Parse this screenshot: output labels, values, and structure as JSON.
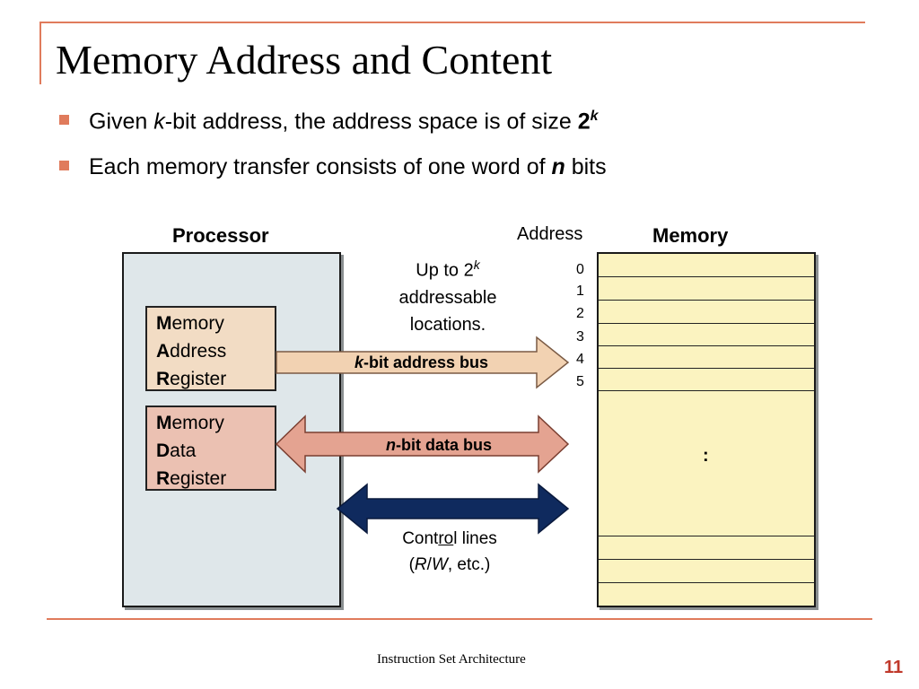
{
  "slide": {
    "title": "Memory Address and Content",
    "bullets": [
      {
        "pre": "Given ",
        "k": "k",
        "mid": "-bit address, the address space is of size ",
        "base": "2",
        "exp": "k"
      },
      {
        "pre": "Each memory transfer consists of one word of ",
        "n": "n",
        "post": " bits"
      }
    ],
    "footer": "Instruction Set Architecture",
    "page_number": "11",
    "accent_color": "#e07b5c"
  },
  "diagram": {
    "processor_label": "Processor",
    "memory_label": "Memory",
    "address_label": "Address",
    "mar": {
      "l1b": "M",
      "l1": "emory",
      "l2b": "A",
      "l2": "ddress",
      "l3b": "R",
      "l3": "egister"
    },
    "mdr": {
      "l1b": "M",
      "l1": "emory",
      "l2b": "D",
      "l2": "ata",
      "l3b": "R",
      "l3": "egister"
    },
    "up_to": {
      "line1": "Up to 2",
      "exp": "k",
      "line2": "addressable",
      "line3": "locations."
    },
    "address_bus": {
      "var": "k",
      "text": "-bit address bus"
    },
    "data_bus": {
      "var": "n",
      "text": "-bit data bus"
    },
    "control": {
      "pre": "Cont",
      "underlined": "ro",
      "post": "l lines",
      "l2_open": "(",
      "r": "R",
      "slash": "/",
      "w": "W",
      "l2_close": ", etc.)"
    },
    "addresses": [
      "0",
      "1",
      "2",
      "3",
      "4",
      "5"
    ],
    "ellipsis": ":",
    "colors": {
      "processor": "#dfe7ea",
      "memory": "#fbf3c0",
      "mar": "#f2dcc4",
      "mdr": "#ebc1b2",
      "address_bus": "#f2d2b2",
      "data_bus": "#e4a391",
      "control_bus": "#0f2a5e"
    }
  }
}
